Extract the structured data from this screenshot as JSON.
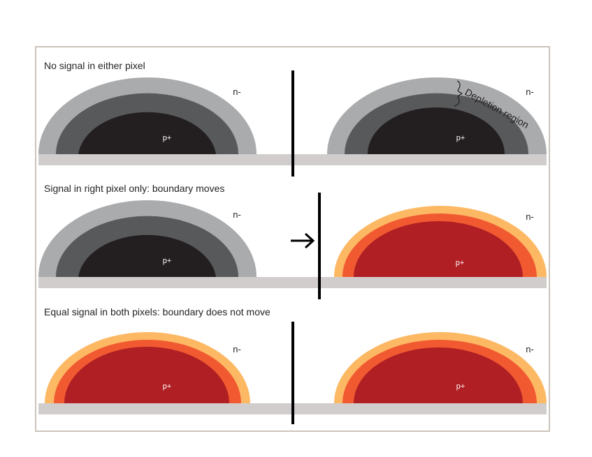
{
  "rows": [
    {
      "title": "No signal in either pixel",
      "boundary_shift": false,
      "signal": {
        "left": false,
        "right": false
      }
    },
    {
      "title": "Signal in right pixel only: boundary moves",
      "boundary_shift": true,
      "signal": {
        "left": false,
        "right": true
      }
    },
    {
      "title": "Equal signal in both pixels: boundary does not move",
      "boundary_shift": false,
      "signal": {
        "left": true,
        "right": true
      }
    }
  ],
  "labels": {
    "n_region": "n-",
    "p_region": "p+",
    "depletion": "Depletion region"
  },
  "arrow_glyph": "→",
  "colors": {
    "frame": "#cbc4bb",
    "substrate": "#d2cdcd",
    "boundary": "#000000",
    "no_signal": {
      "outer": "#a9abad",
      "middle": "#58595b",
      "core": "#231f20"
    },
    "signal": {
      "outer": "#fdb864",
      "middle": "#f15a31",
      "core": "#b01f24"
    }
  }
}
